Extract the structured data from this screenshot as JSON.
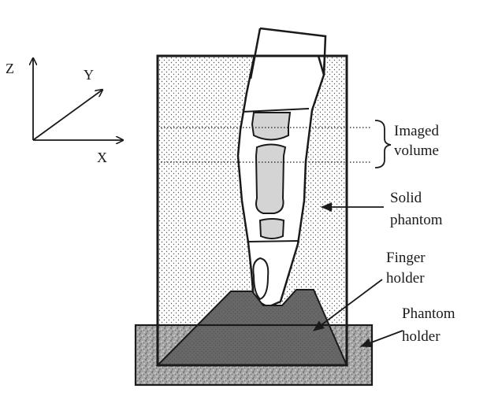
{
  "axes": {
    "z": "Z",
    "y": "Y",
    "x": "X"
  },
  "labels": {
    "imaged_volume_line1": "Imaged",
    "imaged_volume_line2": "volume",
    "solid_phantom_line1": "Solid",
    "solid_phantom_line2": "phantom",
    "finger_holder_line1": "Finger",
    "finger_holder_line2": "holder",
    "phantom_holder_line1": "Phantom",
    "phantom_holder_line2": "holder"
  },
  "colors": {
    "ink": "#1a1a1a",
    "bone": "#d4d4d4",
    "finger_holder": "#666666",
    "phantom_holder": "#a8a8a8",
    "background": "#ffffff"
  }
}
